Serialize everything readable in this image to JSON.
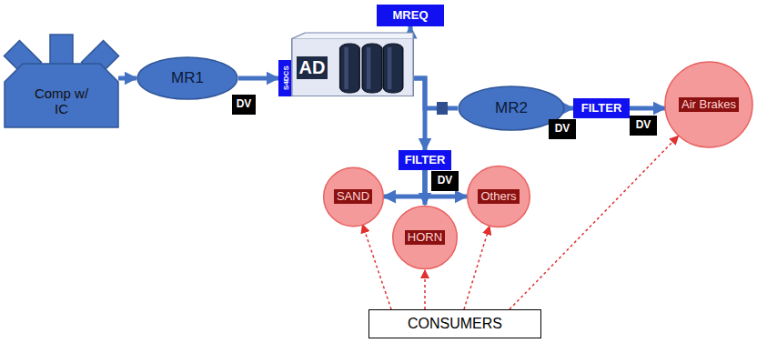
{
  "diagram": {
    "nodes": [
      {
        "text": [
          "Comp w/ IC"
        ]
      },
      {
        "text": [
          "MR1"
        ]
      },
      {
        "text": [
          "DV"
        ]
      },
      {
        "text": [
          "S4DCS"
        ]
      },
      {
        "text": [
          "AD"
        ]
      },
      {
        "text": [
          "MREQ"
        ]
      },
      {
        "text": [
          "MR2"
        ]
      },
      {
        "text": [
          "DV"
        ]
      },
      {
        "text": [
          "FILTER"
        ]
      },
      {
        "text": [
          "DV"
        ]
      },
      {
        "text": [
          "Air Brakes"
        ]
      },
      {
        "text": [
          "FILTER"
        ]
      },
      {
        "text": [
          "DV"
        ]
      },
      {
        "text": [
          "SAND"
        ]
      },
      {
        "text": [
          "HORN"
        ]
      },
      {
        "text": [
          "Others"
        ]
      },
      {
        "text": [
          "CONSUMERS"
        ]
      }
    ],
    "edges": [
      {
        "from": 0,
        "to": 1,
        "arrow": "to"
      },
      {
        "from": 1,
        "to": 3,
        "arrow": "to"
      },
      {
        "from": 3,
        "to": 4,
        "arrow": "to"
      },
      {
        "from": 4,
        "to": 5,
        "arrow": "to"
      },
      {
        "from": 4,
        "to": 6,
        "arrow": "none"
      },
      {
        "from": 6,
        "to": 8,
        "arrow": "to"
      },
      {
        "from": 8,
        "to": 10,
        "arrow": "to"
      },
      {
        "from": 4,
        "to": 11,
        "arrow": "to"
      },
      {
        "from": 11,
        "to": 13,
        "arrow": "to"
      },
      {
        "from": 11,
        "to": 14,
        "arrow": "to"
      },
      {
        "from": 11,
        "to": 15,
        "arrow": "to"
      },
      {
        "from": 16,
        "to": 13,
        "arrow": "to"
      },
      {
        "from": 16,
        "to": 14,
        "arrow": "to"
      },
      {
        "from": 16,
        "to": 15,
        "arrow": "to"
      },
      {
        "from": 16,
        "to": 10,
        "arrow": "to"
      }
    ]
  }
}
